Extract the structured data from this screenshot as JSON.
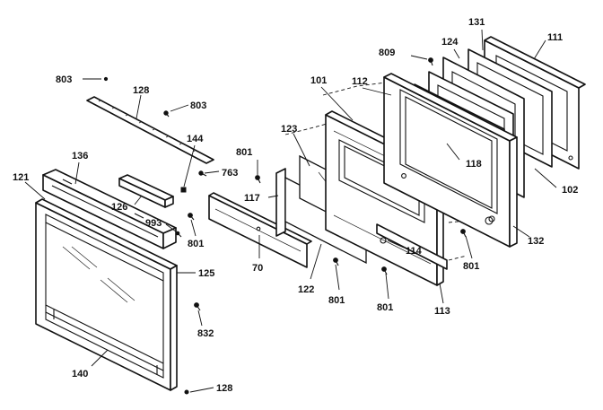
{
  "header": {
    "title": ""
  },
  "labels": {
    "l803a": "803",
    "l128a": "128",
    "l803b": "803",
    "l144": "144",
    "l763": "763",
    "l136": "136",
    "l121": "121",
    "l126": "126",
    "l993": "993",
    "l801a": "801",
    "l125": "125",
    "l832": "832",
    "l140": "140",
    "l128b": "128",
    "l801b": "801",
    "l117": "117",
    "l70": "70",
    "l123": "123",
    "l122": "122",
    "l801c": "801",
    "l101": "101",
    "l112": "112",
    "l809": "809",
    "l124": "124",
    "l131": "131",
    "l111": "111",
    "l118": "118",
    "l102": "102",
    "l132": "132",
    "l801d": "801",
    "l114": "114",
    "l113": "113",
    "l801e": "801"
  }
}
